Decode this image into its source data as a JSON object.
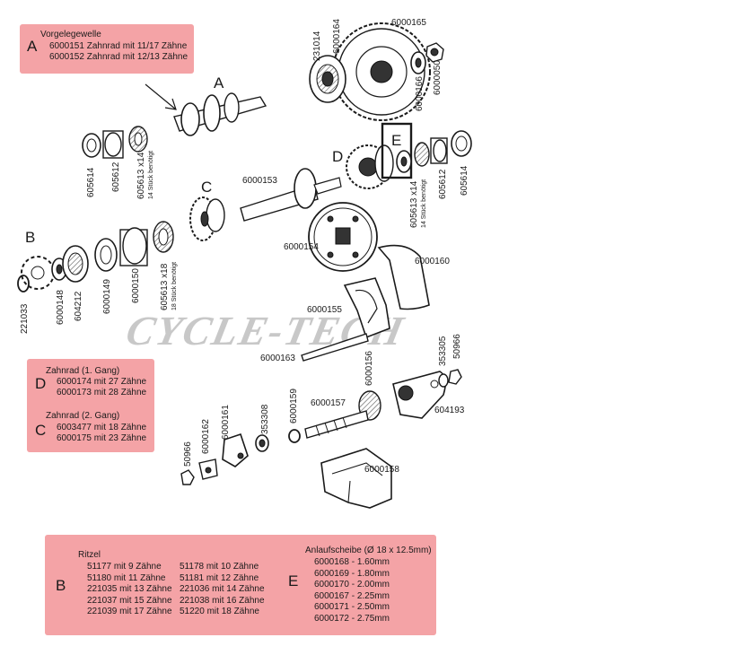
{
  "watermark": "CYCLE-TECH",
  "callouts": [
    "A",
    "B",
    "C",
    "D",
    "E"
  ],
  "part_labels": {
    "p605614_left": "605614",
    "p605612_left": "605612",
    "p605613_left": "605613 x14",
    "p605613_left_note": "14 Stück benötigt",
    "p231014": "231014",
    "p6000164": "6000164",
    "p6000165": "6000165",
    "p6000166": "6000166",
    "p6000050": "6000050",
    "p6000153": "6000153",
    "p605613_right": "605613 x14",
    "p605613_right_note": "14 Stück benötigt",
    "p605612_right": "605612",
    "p605614_right": "605614",
    "p221033": "221033",
    "p6000148": "6000148",
    "p604212": "604212",
    "p6000149": "6000149",
    "p6000150": "6000150",
    "p605613_x18": "605613 x18",
    "p605613_x18_note": "18 Stück benötigt",
    "p6000154": "6000154",
    "p6000160": "6000160",
    "p6000155": "6000155",
    "p6000163": "6000163",
    "p6000156": "6000156",
    "p353305": "353305",
    "p50966_right": "50966",
    "p604193": "604193",
    "p353308": "353308",
    "p6000159": "6000159",
    "p6000157": "6000157",
    "p50966_left": "50966",
    "p6000162": "6000162",
    "p6000161": "6000161",
    "p6000158": "6000158"
  },
  "box_a": {
    "letter": "A",
    "title": "Vorgelegewelle",
    "lines": [
      "6000151   Zahnrad mit 11/17 Zähne",
      "6000152   Zahnrad mit 12/13 Zähne"
    ]
  },
  "box_dc": {
    "letter_d": "D",
    "title_d": "Zahnrad (1. Gang)",
    "lines_d": [
      "6000174   mit 27 Zähne",
      "6000173   mit 28 Zähne"
    ],
    "letter_c": "C",
    "title_c": "Zahnrad (2. Gang)",
    "lines_c": [
      "6003477   mit 18 Zähne",
      "6000175   mit 23 Zähne"
    ]
  },
  "box_be": {
    "letter_b": "B",
    "title_b": "Ritzel",
    "col1": [
      "51177   mit 9 Zähne",
      "51180   mit 11 Zähne",
      "221035 mit 13 Zähne",
      "221037 mit 15 Zähne",
      "221039 mit 17 Zähne"
    ],
    "col2": [
      "51178   mit 10 Zähne",
      "51181   mit 12 Zähne",
      "221036 mit 14 Zähne",
      "221038 mit 16 Zähne",
      "51220   mit 18 Zähne"
    ],
    "letter_e": "E",
    "title_e": "Anlaufscheibe (Ø 18 x 12.5mm)",
    "col3": [
      "6000168 - 1.60mm",
      "6000169 - 1.80mm",
      "6000170 - 2.00mm",
      "6000167 - 2.25mm",
      "6000171 - 2.50mm",
      "6000172 - 2.75mm"
    ]
  }
}
